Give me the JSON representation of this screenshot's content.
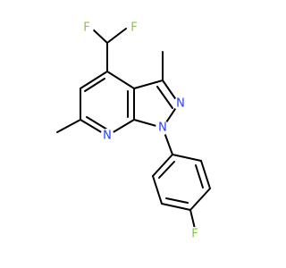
{
  "molecule": {
    "atoms": {
      "F1": {
        "symbol": "F",
        "color": "#8BC34A"
      },
      "F2": {
        "symbol": "F",
        "color": "#8BC34A"
      },
      "N7": {
        "symbol": "N",
        "color": "#1E3FFF"
      },
      "N1": {
        "symbol": "N",
        "color": "#1E3FFF"
      },
      "N2": {
        "symbol": "N",
        "color": "#1E3FFF"
      },
      "F3": {
        "symbol": "F",
        "color": "#8BC34A"
      }
    },
    "bond_color": "#000000"
  }
}
